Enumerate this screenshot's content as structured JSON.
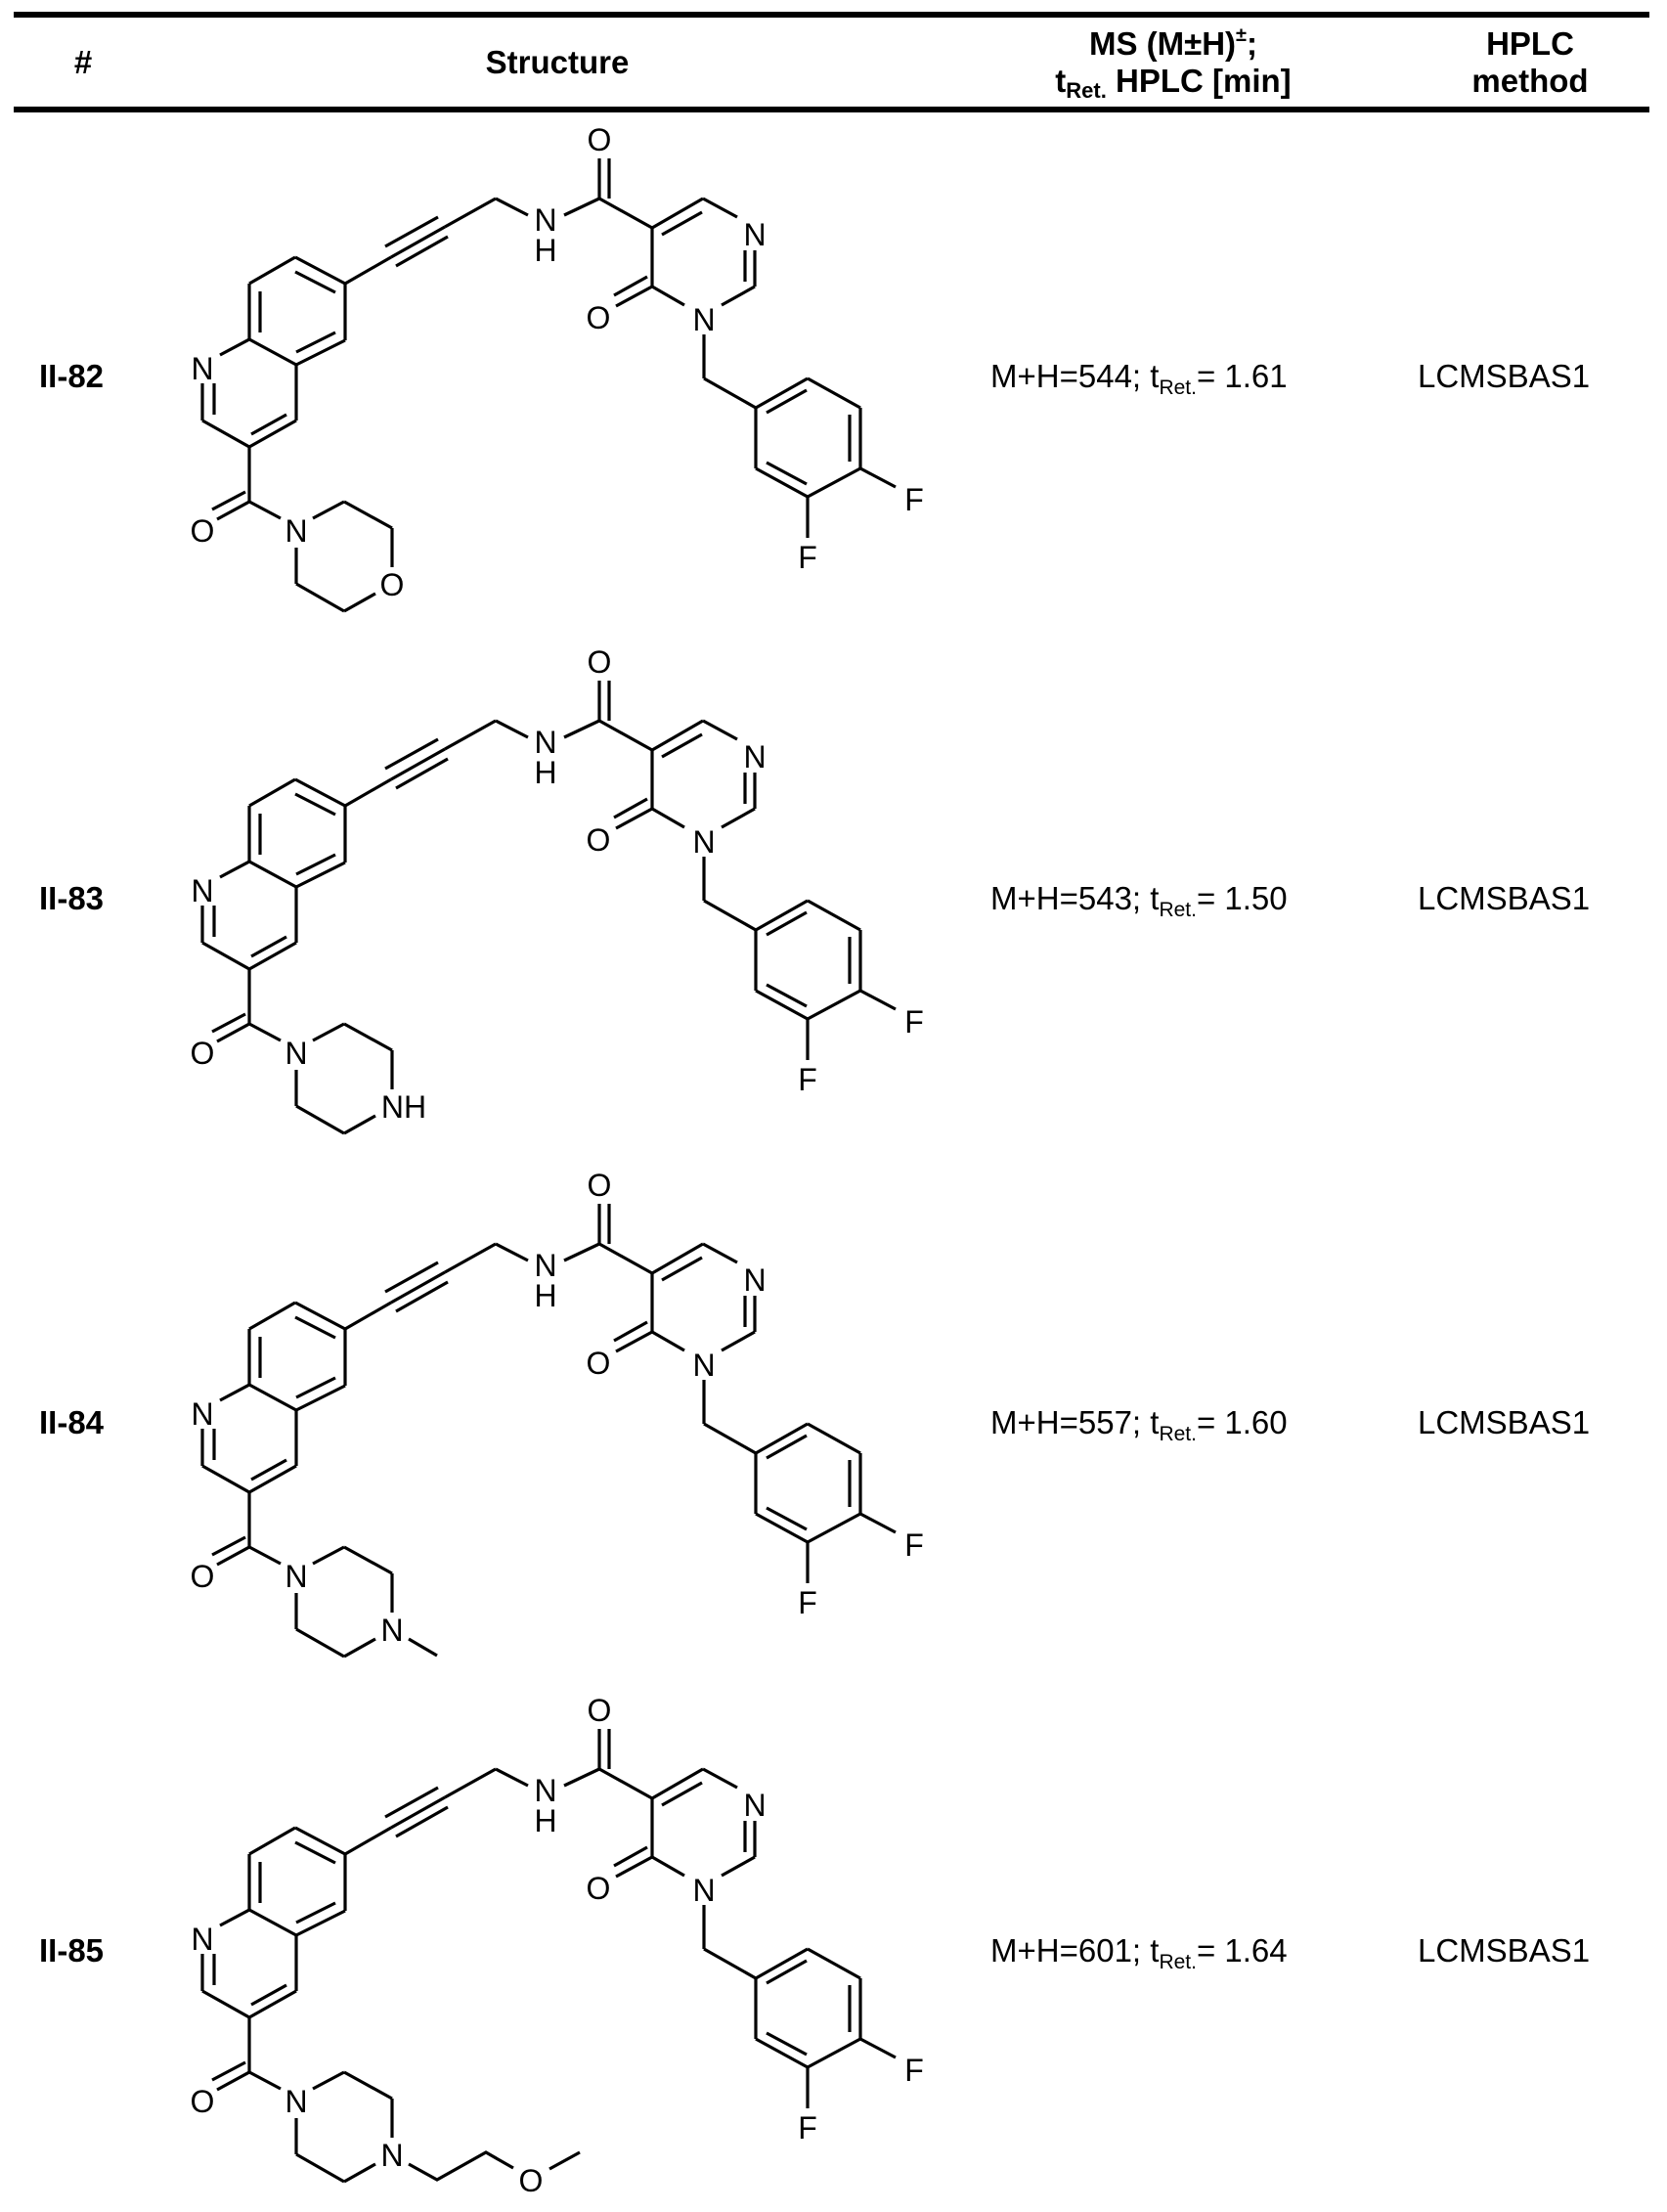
{
  "table": {
    "headers": {
      "index": "#",
      "structure": "Structure",
      "ms_line1_prefix": "MS (M±H)",
      "ms_line1_sup": "±",
      "ms_line1_suffix": ";",
      "ms_line2_t": "t",
      "ms_line2_sub": "Ret.",
      "ms_line2_suffix": " HPLC [min]",
      "hplc_line1": "HPLC",
      "hplc_line2": "method"
    },
    "rows": [
      {
        "id": "II-82",
        "ms_prefix": "M+H=544; t",
        "ms_sub": "Ret.",
        "ms_suffix": "= 1.61",
        "mass": 544,
        "t_ret": 1.61,
        "method": "LCMSBAS1",
        "amine": "morpholine",
        "amine_labels": {
          "n1": "N",
          "x4": "O"
        }
      },
      {
        "id": "II-83",
        "ms_prefix": "M+H=543; t",
        "ms_sub": "Ret.",
        "ms_suffix": "= 1.50",
        "mass": 543,
        "t_ret": 1.5,
        "method": "LCMSBAS1",
        "amine": "piperazine",
        "amine_labels": {
          "n1": "N",
          "x4": "NH"
        }
      },
      {
        "id": "II-84",
        "ms_prefix": "M+H=557; t",
        "ms_sub": "Ret.",
        "ms_suffix": "= 1.60",
        "mass": 557,
        "t_ret": 1.6,
        "method": "LCMSBAS1",
        "amine": "4-methylpiperazine",
        "amine_labels": {
          "n1": "N",
          "x4": "N"
        }
      },
      {
        "id": "II-85",
        "ms_prefix": "M+H=601; t",
        "ms_sub": "Ret.",
        "ms_suffix": "= 1.64",
        "mass": 601,
        "t_ret": 1.64,
        "method": "LCMSBAS1",
        "amine": "4-(2-methoxyethyl)piperazine",
        "amine_labels": {
          "n1": "N",
          "x4": "N",
          "ether_o": "O"
        }
      }
    ],
    "core_atom_labels": {
      "amide_o": "O",
      "amide_nh_n": "N",
      "amide_nh_h": "H",
      "pyr_n1": "N",
      "pyr_n3": "N",
      "pyr_o": "O",
      "quin_n": "N",
      "carbonyl_o": "O",
      "f_para": "F",
      "f_meta": "F"
    }
  }
}
